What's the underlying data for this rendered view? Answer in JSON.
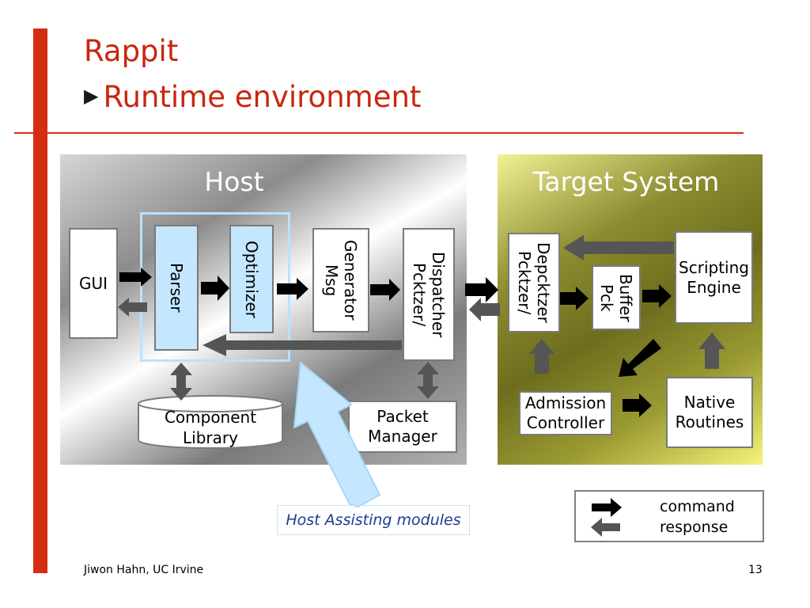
{
  "slide": {
    "title": "Rappit",
    "subtitle_bullet": "▶",
    "subtitle": "Runtime environment",
    "footer_left": "Jiwon Hahn, UC Irvine",
    "page_number": "13"
  },
  "host": {
    "title": "Host",
    "gui": "GUI",
    "parser": "Parser",
    "optimizer": "Optimizer",
    "msg_generator_1": "Msg",
    "msg_generator_2": "Generator",
    "pcktzer_1": "Pcktzer/",
    "pcktzer_2": "Dispatcher",
    "component_library_1": "Component",
    "component_library_2": "Library",
    "packet_manager_1": "Packet",
    "packet_manager_2": "Manager"
  },
  "target": {
    "title": "Target System",
    "pcktzer_1": "Pcktzer/",
    "pcktzer_2": "Depcktzer",
    "pck_buffer_1": "Pck",
    "pck_buffer_2": "Buffer",
    "scripting_engine_1": "Scripting",
    "scripting_engine_2": "Engine",
    "admission_controller_1": "Admission",
    "admission_controller_2": "Controller",
    "native_routines_1": "Native",
    "native_routines_2": "Routines"
  },
  "callout": {
    "label": "Host Assisting modules"
  },
  "legend": {
    "command": "command",
    "response": "response"
  },
  "colors": {
    "accent_red": "#d42e12",
    "module_blue": "#c4e6ff",
    "command_arrow": "#000000",
    "response_arrow": "#555555"
  }
}
